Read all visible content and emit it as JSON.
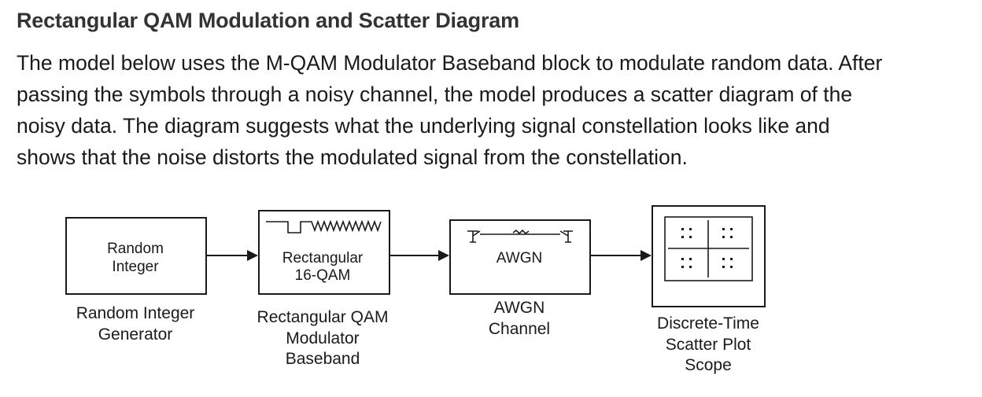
{
  "heading": "Rectangular QAM Modulation and Scatter Diagram",
  "description_lines": [
    "The model below uses the M-QAM Modulator Baseband block to modulate random data. After",
    "passing the symbols through a noisy channel, the model produces a scatter diagram of the",
    "noisy data. The diagram suggests what the underlying signal constellation looks like and",
    "shows that the noise distorts the modulated signal from the constellation."
  ],
  "blocks": {
    "random_integer": {
      "inner": [
        "Random",
        "Integer"
      ],
      "caption": [
        "Random Integer",
        "Generator"
      ]
    },
    "qam_modulator": {
      "inner": [
        "Rectangular",
        "16-QAM"
      ],
      "caption": [
        "Rectangular QAM",
        "Modulator",
        "Baseband"
      ],
      "icon": "waveform-icon"
    },
    "awgn": {
      "inner": [
        "AWGN"
      ],
      "caption": [
        "AWGN",
        "Channel"
      ],
      "icon": "noisy-channel-icon"
    },
    "scatter_scope": {
      "inner": [],
      "caption": [
        "Discrete-Time",
        "Scatter Plot",
        "Scope"
      ],
      "icon": "constellation-icon"
    }
  }
}
